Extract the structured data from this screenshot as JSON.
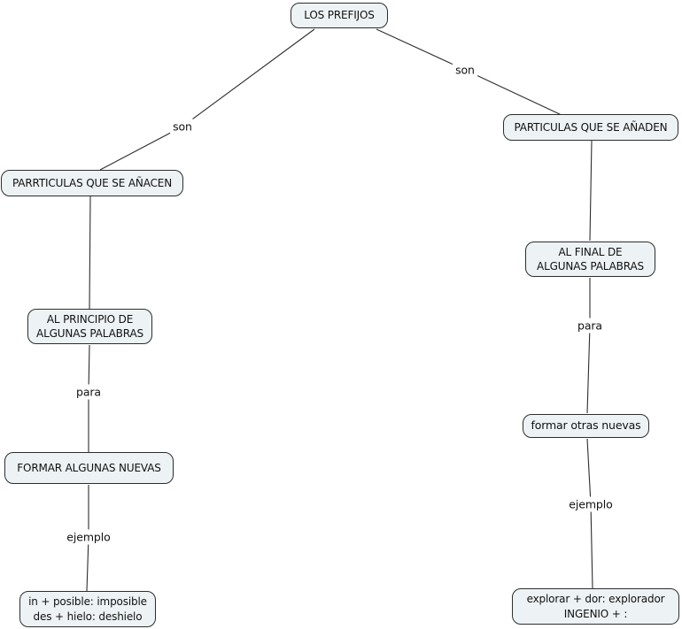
{
  "title": "LOS PREFIJOS concept map",
  "colors": {
    "background": "#ffffff",
    "node_fill": "#edf3f5",
    "node_border": "#2d2d2d",
    "line": "#2d2d2d",
    "text": "#111111"
  },
  "nodes": {
    "root": {
      "label": "LOS PREFIJOS"
    },
    "left_particulas": {
      "label": "PARRTICULAS QUE SE AÑACEN"
    },
    "right_particulas": {
      "label": "PARTICULAS QUE SE AÑADEN"
    },
    "left_principio": {
      "line1": "AL PRINCIPIO DE",
      "line2": "ALGUNAS PALABRAS"
    },
    "right_final": {
      "line1": "AL FINAL DE",
      "line2": "ALGUNAS PALABRAS"
    },
    "left_formar": {
      "label": "FORMAR ALGUNAS NUEVAS"
    },
    "right_formar": {
      "label": "formar otras nuevas"
    },
    "left_ejemplo": {
      "line1": "in + posible: imposible",
      "line2": "des + hielo: deshielo"
    },
    "right_ejemplo": {
      "line1": "explorar + dor: explorador",
      "line2": "INGENIO + :"
    }
  },
  "edge_labels": {
    "son_left": "son",
    "son_right": "son",
    "para_left": "para",
    "para_right": "para",
    "ejemplo_left": "ejemplo",
    "ejemplo_right": "ejemplo"
  }
}
